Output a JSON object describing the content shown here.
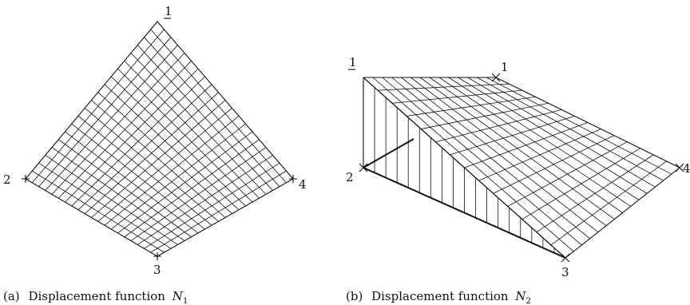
{
  "panel_a": {
    "caption_prefix": "(a)",
    "caption_text": "Displacement function",
    "caption_var": "N",
    "caption_sub": "1",
    "labels": {
      "top": "1",
      "left": "2",
      "right": "4",
      "bottom": "3"
    }
  },
  "panel_b": {
    "caption_prefix": "(b)",
    "caption_text": "Displacement function",
    "caption_var": "N",
    "caption_sub": "2",
    "labels": {
      "top_left": "1",
      "top_right": "1",
      "left": "2",
      "right": "4",
      "bottom": "3"
    }
  }
}
